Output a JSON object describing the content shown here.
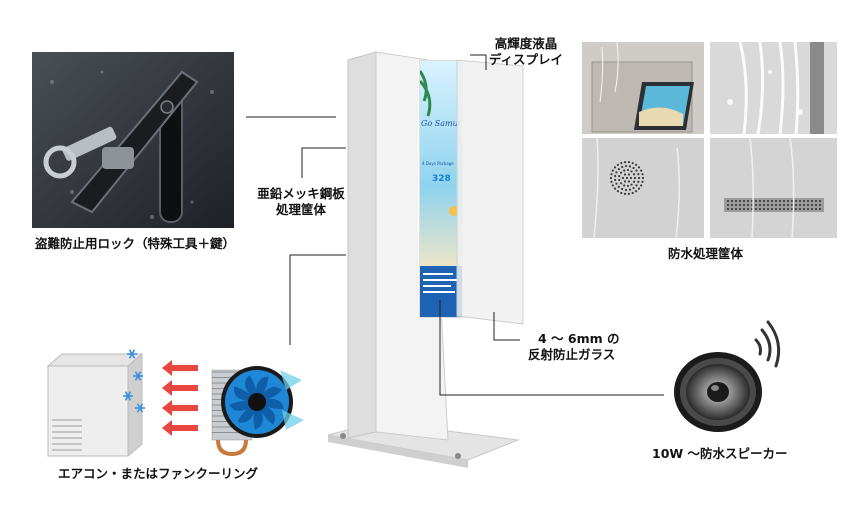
{
  "labels": {
    "lock": "盗難防止用ロック（特殊工具＋鍵）",
    "display_line1": "高輝度液晶",
    "display_line2": "ディスプレイ",
    "housing_line1": "亜鉛メッキ鋼板",
    "housing_line2": "処理筐体",
    "waterproof": "防水処理筐体",
    "glass_line1": "4 ～ 6mm の",
    "glass_line2": "反射防止ガラス",
    "cooling": "エアコン・またはファンクーリング",
    "speaker": "10W ～防水スピーカー"
  },
  "screen_content": {
    "brand": "Go Samui",
    "package": "4 Days Package",
    "price": "328"
  },
  "colors": {
    "label_text": "#111111",
    "line": "#222222",
    "kiosk_body": "#f1f1f1",
    "fan_blue": "#1e88d6",
    "heat_arrow": "#e8463e",
    "snowflake": "#3a8fe0"
  }
}
